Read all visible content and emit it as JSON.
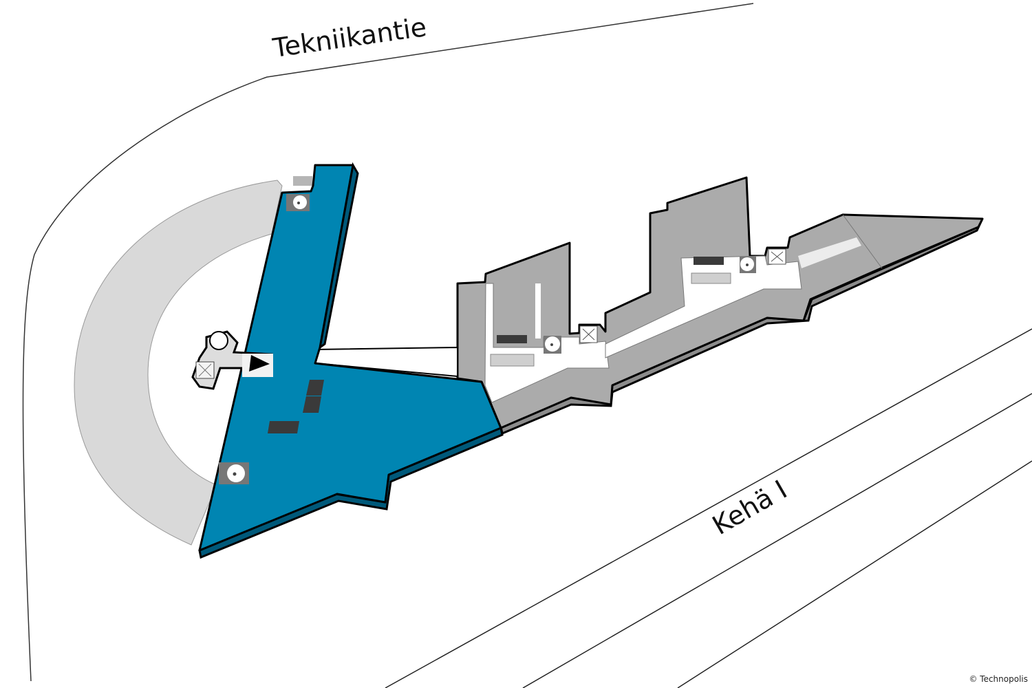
{
  "roads": [
    {
      "name": "Tekniikantie"
    },
    {
      "name": "Kehä I"
    }
  ],
  "copyright": "© Technopolis",
  "colors": {
    "highlighted_floor": "#0085b2",
    "highlighted_side": "#00597a",
    "building_floor": "#ababab",
    "building_side": "#8c8c8c",
    "corridor": "#ffffff",
    "plaza": "#d9d9d9",
    "dark_block": "#3a3a3a",
    "light_block": "#cfcfcf"
  },
  "markers": [
    {
      "icon": "you-are-here-arrow-icon"
    },
    {
      "icon": "elevator-icon"
    },
    {
      "icon": "stairs-icon"
    }
  ]
}
